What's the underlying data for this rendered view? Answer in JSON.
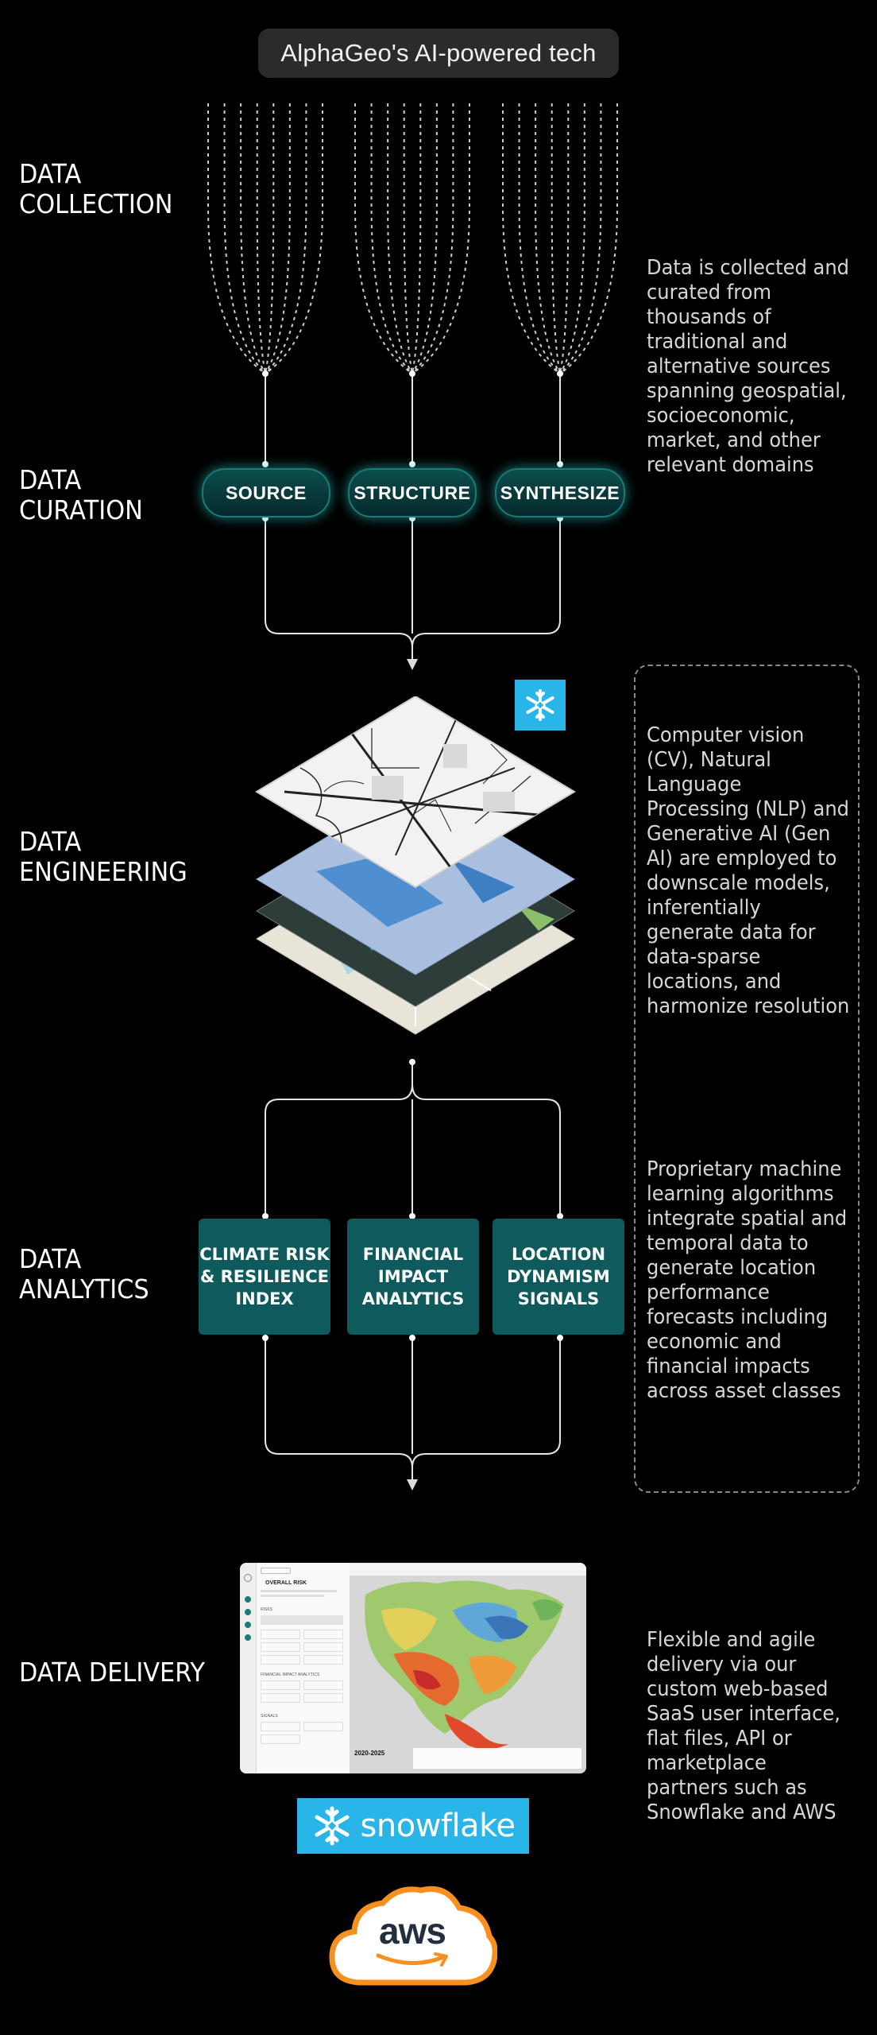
{
  "header": {
    "title": "AlphaGeo's AI-powered tech"
  },
  "stages": {
    "collection": "DATA\nCOLLECTION",
    "curation": "DATA\nCURATION",
    "engineering": "DATA\nENGINEERING",
    "analytics": "DATA\nANALYTICS",
    "delivery": "DATA DELIVERY"
  },
  "curation_pills": [
    "SOURCE",
    "STRUCTURE",
    "SYNTHESIZE"
  ],
  "analytics_boxes": [
    "CLIMATE RISK\n& RESILIENCE\nINDEX",
    "FINANCIAL\nIMPACT\nANALYTICS",
    "LOCATION\nDYNAMISM\nSIGNALS"
  ],
  "descriptions": {
    "collection": "Data is collected and curated from thousands of traditional and alternative sources spanning geospatial, socioeconomic, market, and other relevant domains",
    "engineering": "Computer vision (CV), Natural Language Processing (NLP) and Generative AI (Gen AI) are employed to downscale models, inferentially generate data for data-sparse locations, and harmonize resolution",
    "analytics": "Proprietary machine learning algorithms integrate spatial and temporal data to generate location performance forecasts including economic and financial impacts across asset classes",
    "delivery": "Flexible and agile delivery via our custom web-based SaaS user interface, flat files, API or marketplace partners such as Snowflake and AWS"
  },
  "app_screenshot": {
    "panel_title": "OVERALL RISK",
    "section_risks": "RISKS",
    "section_financial": "FINANCIAL IMPACT ANALYTICS",
    "section_signals": "SIGNALS",
    "period": "2020-2025"
  },
  "partners": {
    "snowflake": "snowflake",
    "aws": "aws"
  },
  "colors": {
    "teal_box": "#0e5a5c",
    "teal_glow": "#1c7a79",
    "snowflake_blue": "#29b5e8",
    "aws_orange": "#f7901e"
  },
  "icons": [
    "snowflake-icon",
    "snowflake-logo",
    "aws-logo"
  ]
}
